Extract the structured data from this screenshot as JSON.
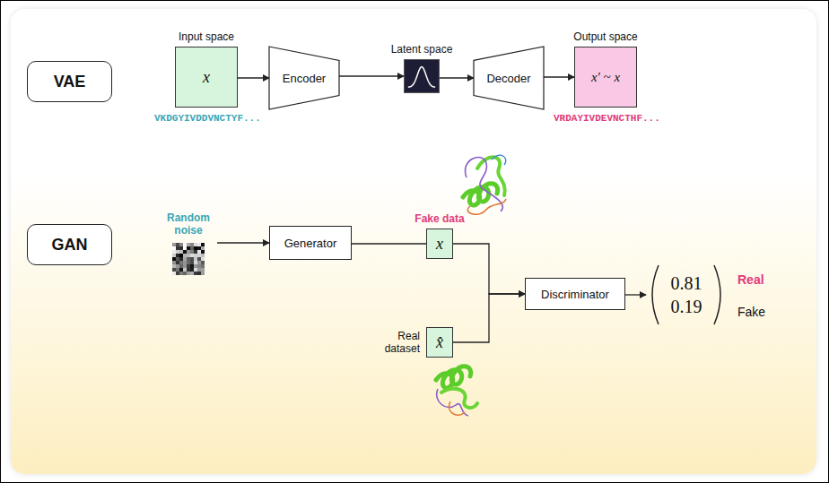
{
  "diagram": {
    "nodes": [
      {
        "text": [
          "VAE"
        ]
      },
      {
        "text": [
          "Input space",
          "x"
        ]
      },
      {
        "text": [
          "Encoder"
        ]
      },
      {
        "text": [
          "Latent space"
        ]
      },
      {
        "text": [
          "Decoder"
        ]
      },
      {
        "text": [
          "Output space",
          "x' ~ x"
        ]
      },
      {
        "text": [
          "GAN"
        ]
      },
      {
        "text": [
          "Random noise"
        ]
      },
      {
        "text": [
          "Generator"
        ]
      },
      {
        "text": [
          "Fake data",
          "x"
        ]
      },
      {
        "text": [
          "Real dataset",
          "x̂"
        ]
      },
      {
        "text": [
          "Discriminator"
        ]
      },
      {
        "text": [
          "0.81",
          "0.19"
        ]
      }
    ],
    "edges": [
      {
        "from": 1,
        "to": 2,
        "arrow": "to"
      },
      {
        "from": 2,
        "to": 3,
        "arrow": "to"
      },
      {
        "from": 3,
        "to": 4,
        "arrow": "to"
      },
      {
        "from": 4,
        "to": 5,
        "arrow": "to"
      },
      {
        "from": 7,
        "to": 8,
        "arrow": "to"
      },
      {
        "from": 8,
        "to": 9,
        "arrow": "none"
      },
      {
        "from": 9,
        "to": 11,
        "arrow": "to"
      },
      {
        "from": 10,
        "to": 11,
        "arrow": "to"
      },
      {
        "from": 11,
        "to": 12,
        "arrow": "to"
      }
    ],
    "labels": [
      "VKDGYIVDDVNCTYF...",
      "VRDAYIVDEVNCTHF...",
      "Real",
      "Fake"
    ]
  }
}
